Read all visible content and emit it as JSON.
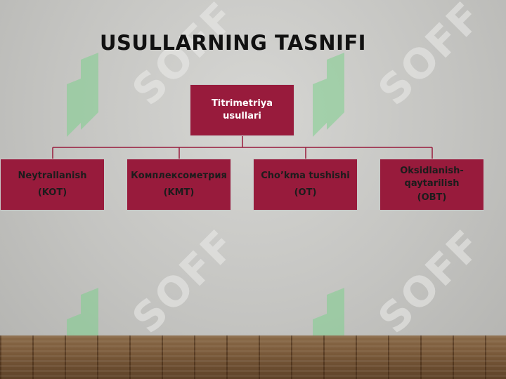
{
  "title": "USULLARNING TASNIFI",
  "watermark": {
    "text": "SOFF",
    "color": "#ececea",
    "logo_color": "#7fd08e"
  },
  "colors": {
    "box_fill": "#981b3c",
    "connector": "#981b3c",
    "root_text": "#ffffff",
    "child_text": "#1c1c1c"
  },
  "root": {
    "line1": "Titrimetriya",
    "line2": "usullari"
  },
  "children": [
    {
      "name": "Neytrallanish",
      "abbr": "(KOT)"
    },
    {
      "name": "Комплексометрия",
      "abbr": "(KMT)"
    },
    {
      "name": "Cho’kma tushishi",
      "abbr": "(OT)"
    },
    {
      "name_line1": "Oksidlanish-",
      "name_line2": "qaytarilish",
      "abbr": "(OBT)"
    }
  ]
}
